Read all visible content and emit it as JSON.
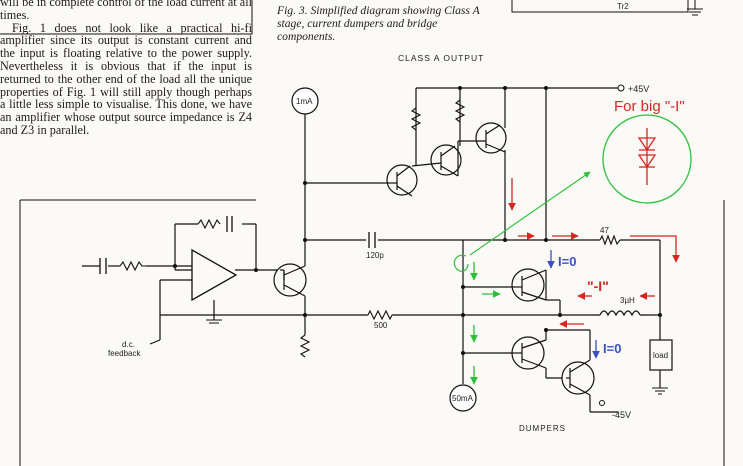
{
  "article": {
    "paragraphs": [
      "will be in complete control of the load current at all times.",
      "Fig. 1 does not look like a practical hi-fi amplifier since its output is constant current and the input is floating relative to the power supply. Nevertheless it is obvious that if the input is returned to the other end of the load all the unique properties of Fig. 1 will still apply though perhaps a little less simple to visualise. This done, we have an amplifier whose output source impedance is Z4 and Z3 in parallel."
    ]
  },
  "figure": {
    "caption": "Fig. 3. Simplified diagram showing Class A stage, current dumpers and bridge components.",
    "header_label": "CLASS  A  OUTPUT",
    "top_box_label": "Tr2",
    "labels": {
      "supply_pos": "+45V",
      "supply_neg": "-45V",
      "current_source_top": "1mA",
      "current_source_bottom": "50mA",
      "cap_120p": "120p",
      "res_500": "500",
      "res_47": "47",
      "inductor_3uH": "3µH",
      "load": "load",
      "dc_feedback_line1": "d.c.",
      "dc_feedback_line2": "feedback",
      "dumpers": "DUMPERS"
    }
  },
  "annotations": {
    "for_big_minus_i": "For big \"-I\"",
    "i_zero_top": "I=0",
    "minus_i": "\"-I\"",
    "i_zero_bottom": "I=0",
    "colors": {
      "red": "#d8261f",
      "green": "#2fbf3c",
      "blue": "#3a4fc2"
    }
  }
}
